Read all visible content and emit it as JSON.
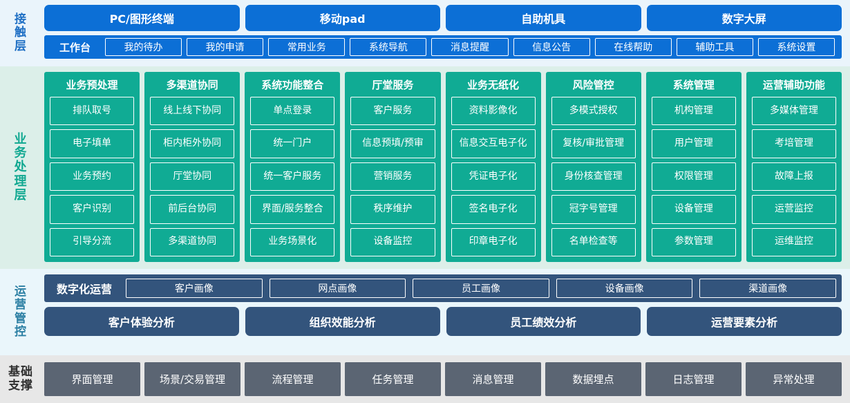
{
  "layers": {
    "contact": {
      "label": "接触层",
      "accent": "#0c6fd6",
      "background": "#eaf4fb",
      "channels": [
        {
          "label": "PC/图形终端"
        },
        {
          "label": "移动pad"
        },
        {
          "label": "自助机具"
        },
        {
          "label": "数字大屏"
        }
      ],
      "workbench": {
        "title": "工作台",
        "items": [
          {
            "label": "我的待办"
          },
          {
            "label": "我的申请"
          },
          {
            "label": "常用业务"
          },
          {
            "label": "系统导航"
          },
          {
            "label": "消息提醒"
          },
          {
            "label": "信息公告"
          },
          {
            "label": "在线帮助"
          },
          {
            "label": "辅助工具"
          },
          {
            "label": "系统设置"
          }
        ]
      }
    },
    "business": {
      "label": "业务处理层",
      "accent": "#10ab94",
      "background": "#dcefe9",
      "columns": [
        {
          "title": "业务预处理",
          "items": [
            "排队取号",
            "电子填单",
            "业务预约",
            "客户识别",
            "引导分流"
          ]
        },
        {
          "title": "多渠道协同",
          "items": [
            "线上线下协同",
            "柜内柜外协同",
            "厅堂协同",
            "前后台协同",
            "多渠道协同"
          ]
        },
        {
          "title": "系统功能整合",
          "items": [
            "单点登录",
            "统一门户",
            "统一客户服务",
            "界面/服务整合",
            "业务场景化"
          ]
        },
        {
          "title": "厅堂服务",
          "items": [
            "客户服务",
            "信息预填/预审",
            "营销服务",
            "秩序维护",
            "设备监控"
          ]
        },
        {
          "title": "业务无纸化",
          "items": [
            "资料影像化",
            "信息交互电子化",
            "凭证电子化",
            "签名电子化",
            "印章电子化"
          ]
        },
        {
          "title": "风险管控",
          "items": [
            "多模式授权",
            "复核/审批管理",
            "身份核查管理",
            "冠字号管理",
            "名单检查等"
          ]
        },
        {
          "title": "系统管理",
          "items": [
            "机构管理",
            "用户管理",
            "权限管理",
            "设备管理",
            "参数管理"
          ]
        },
        {
          "title": "运营辅助功能",
          "items": [
            "多媒体管理",
            "考培管理",
            "故障上报",
            "运营监控",
            "运维监控"
          ]
        }
      ]
    },
    "operations": {
      "label": "运营管控",
      "accent": "#33547c",
      "background": "#eaf6fb",
      "digital": {
        "title": "数字化运营",
        "items": [
          {
            "label": "客户画像"
          },
          {
            "label": "网点画像"
          },
          {
            "label": "员工画像"
          },
          {
            "label": "设备画像"
          },
          {
            "label": "渠道画像"
          }
        ]
      },
      "analysis": [
        {
          "label": "客户体验分析"
        },
        {
          "label": "组织效能分析"
        },
        {
          "label": "员工绩效分析"
        },
        {
          "label": "运营要素分析"
        }
      ]
    },
    "foundation": {
      "label": "基础支撑",
      "accent": "#5b6573",
      "background": "#e7e7e7",
      "items": [
        {
          "label": "界面管理"
        },
        {
          "label": "场景/交易管理"
        },
        {
          "label": "流程管理"
        },
        {
          "label": "任务管理"
        },
        {
          "label": "消息管理"
        },
        {
          "label": "数据埋点"
        },
        {
          "label": "日志管理"
        },
        {
          "label": "异常处理"
        }
      ]
    }
  }
}
